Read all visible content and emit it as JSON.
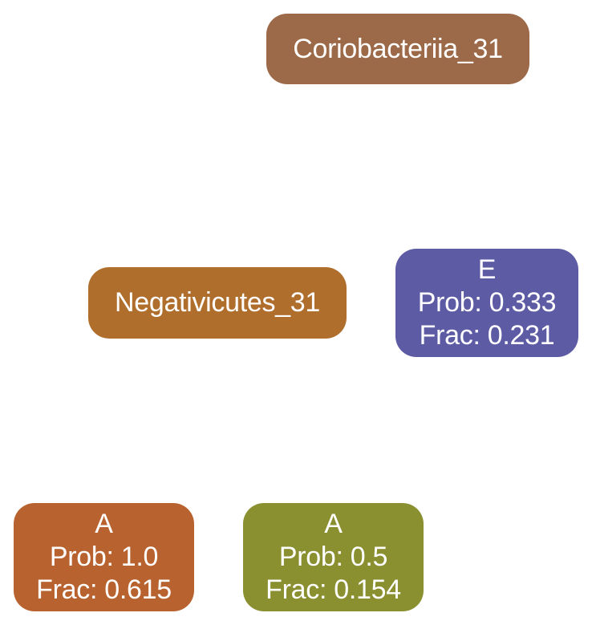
{
  "nodes": {
    "coriobacteriia": {
      "label": "Coriobacteriia_31",
      "color": "#9c6a48"
    },
    "negativicutes": {
      "label": "Negativicutes_31",
      "color": "#b06e2d"
    },
    "leaf_e": {
      "name": "E",
      "prob": "Prob: 0.333",
      "frac": "Frac: 0.231",
      "color": "#5e5ba5"
    },
    "leaf_a1": {
      "name": "A",
      "prob": "Prob: 1.0",
      "frac": "Frac: 0.615",
      "color": "#b8632f"
    },
    "leaf_a2": {
      "name": "A",
      "prob": "Prob: 0.5",
      "frac": "Frac: 0.154",
      "color": "#8a8f2f"
    }
  }
}
